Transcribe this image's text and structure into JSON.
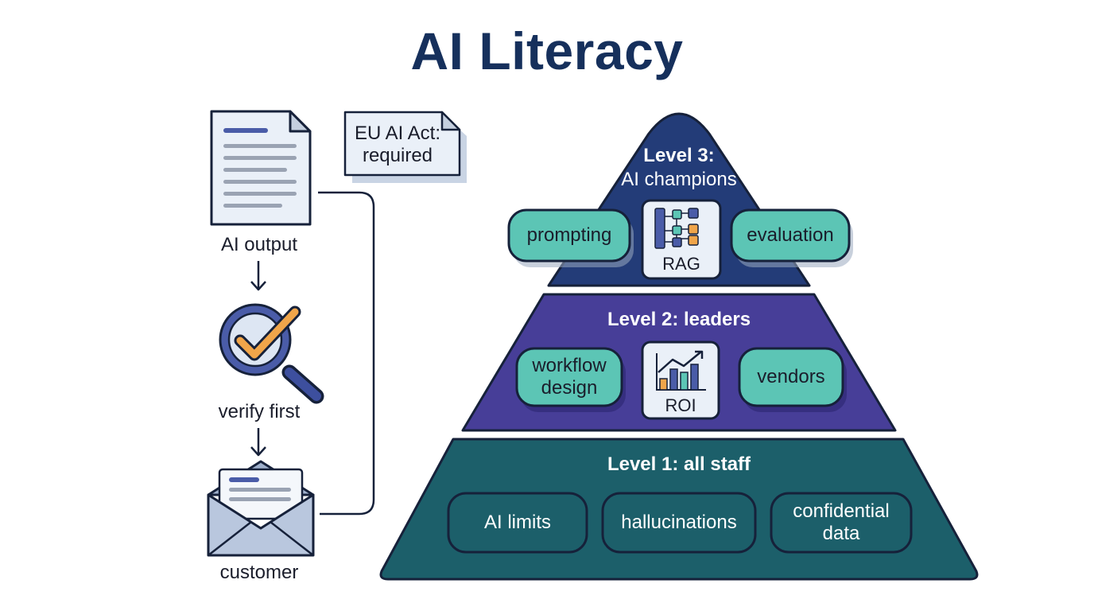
{
  "title": "AI Literacy",
  "flow": {
    "step_output": "AI output",
    "step_verify": "verify first",
    "step_customer": "customer",
    "note_line1": "EU AI Act:",
    "note_line2": "required"
  },
  "pyramid": {
    "level3": {
      "title_line1": "Level 3:",
      "title_line2": "AI champions",
      "skills": [
        "prompting",
        "RAG",
        "evaluation"
      ]
    },
    "level2": {
      "title": "Level 2: leaders",
      "skills": [
        "workflow",
        "design",
        "ROI",
        "vendors"
      ]
    },
    "level1": {
      "title": "Level 1: all staff",
      "skills": [
        "AI limits",
        "hallucinations",
        "confidential",
        "data"
      ]
    }
  },
  "icons": [
    "document-icon",
    "magnifier-check-icon",
    "envelope-icon",
    "flowchart-icon",
    "bar-chart-icon",
    "arrow-down-icon"
  ],
  "colors": {
    "title": "#16305c",
    "level3": "#233c78",
    "level2": "#473e98",
    "level1": "#1c5f6a",
    "pill_teal": "#5cc5b5",
    "outline": "#16213a",
    "check_orange": "#f0a54a",
    "paper": "#eaf0f8"
  }
}
